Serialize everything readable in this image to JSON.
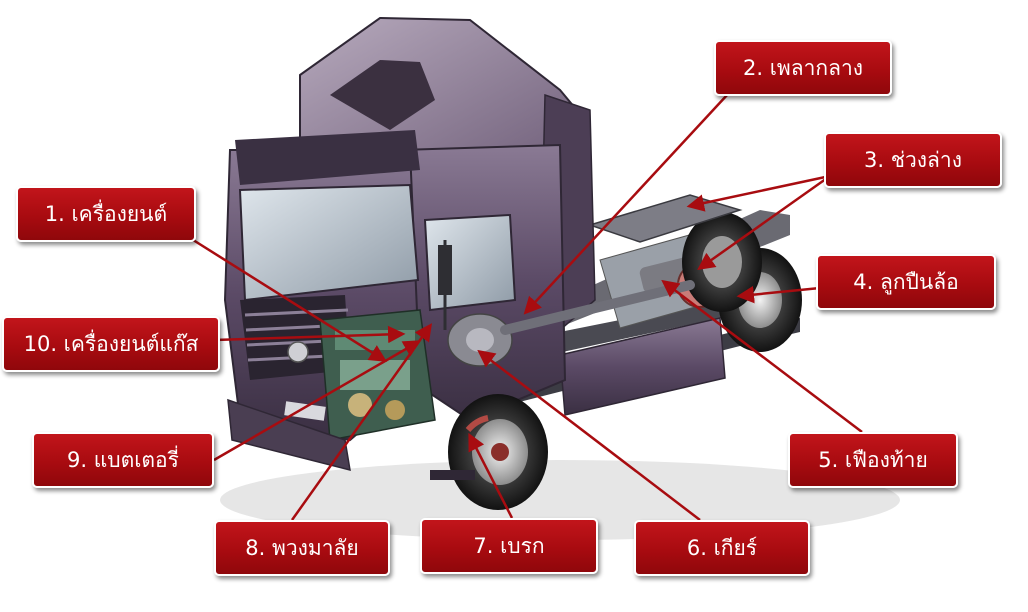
{
  "colors": {
    "label_bg": "#b0141a",
    "label_text": "#ffffff",
    "leader": "#a80c10",
    "truck_body": "#5b4a66",
    "truck_dark": "#2f2735"
  },
  "labels": [
    {
      "id": "engine",
      "text": "1. เครื่องยนต์"
    },
    {
      "id": "propeller-shaft",
      "text": "2. เพลากลาง"
    },
    {
      "id": "chassis",
      "text": "3. ช่วงล่าง"
    },
    {
      "id": "wheel-bearing",
      "text": "4. ลูกปืนล้อ"
    },
    {
      "id": "differential",
      "text": "5. เฟืองท้าย"
    },
    {
      "id": "gearbox",
      "text": "6. เกียร์"
    },
    {
      "id": "brake",
      "text": "7. เบรก"
    },
    {
      "id": "steering-wheel",
      "text": "8. พวงมาลัย"
    },
    {
      "id": "battery",
      "text": "9. แบตเตอรี่"
    },
    {
      "id": "gas-engine",
      "text": "10. เครื่องยนต์แก๊ส"
    }
  ]
}
